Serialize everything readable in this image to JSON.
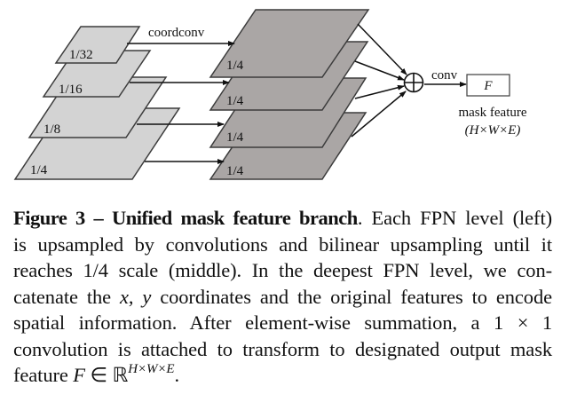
{
  "figure": {
    "input_levels": [
      {
        "label": "1/32"
      },
      {
        "label": "1/16"
      },
      {
        "label": "1/8"
      },
      {
        "label": "1/4"
      }
    ],
    "upsampled_levels": [
      {
        "label": "1/4"
      },
      {
        "label": "1/4"
      },
      {
        "label": "1/4"
      },
      {
        "label": "1/4"
      }
    ],
    "coordconv_label": "coordconv",
    "sum_symbol": "element-wise sum",
    "conv_label": "conv",
    "output_box_label": "F",
    "output_caption_line1": "mask feature",
    "output_caption_line2": "(H×W×E)",
    "colors": {
      "input_fill": "#d3d3d3",
      "upsampled_fill": "#aaa6a5",
      "stroke": "#3c3c3c"
    }
  },
  "caption": {
    "figure_number": "Figure 3",
    "dash": " – ",
    "title": "Unified mask feature branch",
    "lines": [
      ". Each FPN level (left)",
      "is upsampled by convolutions and bilinear upsampling until it",
      "reaches 1/4 scale (middle).  In the deepest FPN level, we con-",
      "catenate the ",
      "spatial information.  After element-wise summation, a 1 × 1",
      "convolution is attached to transform to designated output mask",
      "feature "
    ],
    "line4_var_x": "x",
    "line4_sep": ", ",
    "line4_var_y": "y",
    "line4_rest": " coordinates and the original features to encode",
    "line7_math_F": "F",
    "line7_math_in": " ∈ ℝ",
    "line7_math_sup": "H×W×E",
    "line7_end": "."
  }
}
